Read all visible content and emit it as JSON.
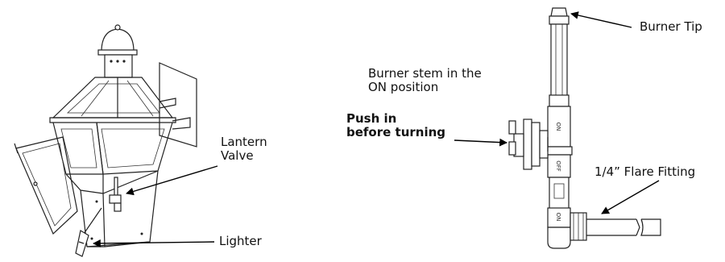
{
  "labels": {
    "lantern_valve_line1": "Lantern",
    "lantern_valve_line2": "Valve",
    "lighter": "Lighter",
    "burner_tip": "Burner Tip",
    "burner_stem_line1": "Burner stem in the",
    "burner_stem_line2": "ON position",
    "push_in_line1": "Push in",
    "push_in_line2": "before turning",
    "flare_fitting": "1/4” Flare Fitting"
  },
  "stem_markings": {
    "upper": "ON",
    "middle": "OFF",
    "lower": "ON"
  }
}
